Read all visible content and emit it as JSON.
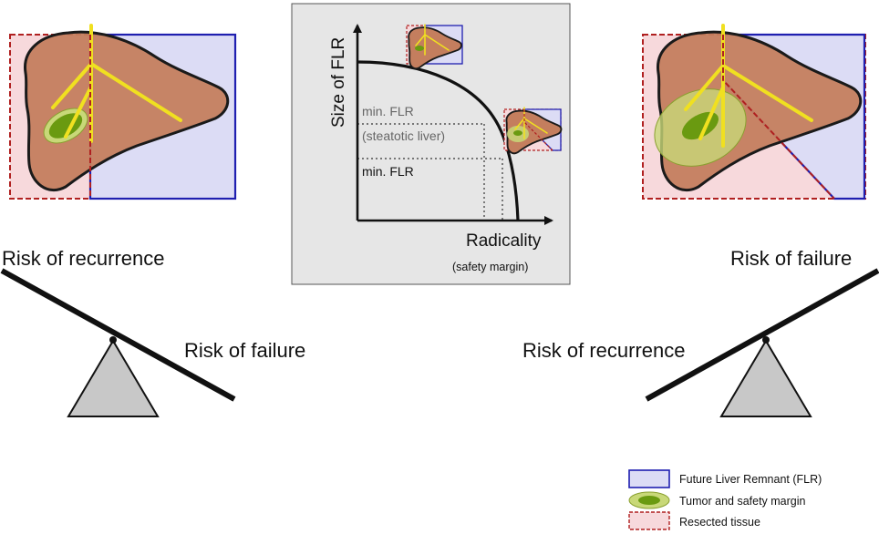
{
  "colors": {
    "flr_fill": "#dcdcf5",
    "flr_stroke": "#1f1fb0",
    "resected_fill": "#f7d9dc",
    "resected_stroke": "#b02020",
    "liver_fill": "#c47e5e",
    "liver_stroke": "#1a1a1a",
    "vessel": "#f0e020",
    "tumor_core": "#6a9a10",
    "tumor_margin": "#c8d878",
    "panel_bg": "#e6e6e6",
    "fulcrum": "#c8c8c8"
  },
  "center_chart": {
    "y_axis_label": "Size of FLR",
    "x_axis_label": "Radicality",
    "x_axis_sublabel": "(safety margin)",
    "threshold_steatotic_line1": "min. FLR",
    "threshold_steatotic_line2": "(steatotic liver)",
    "threshold_normal": "min. FLR"
  },
  "left_scale": {
    "high_side_label": "Risk of recurrence",
    "low_side_label": "Risk of failure"
  },
  "right_scale": {
    "high_side_label": "Risk of failure",
    "low_side_label": "Risk of recurrence"
  },
  "legend": {
    "items": [
      {
        "label": "Future Liver Remnant (FLR)",
        "icon": "blue-square-icon"
      },
      {
        "label": "Tumor and safety margin",
        "icon": "green-ellipse-icon"
      },
      {
        "label": "Resected tissue",
        "icon": "red-dashed-square-icon"
      }
    ]
  }
}
